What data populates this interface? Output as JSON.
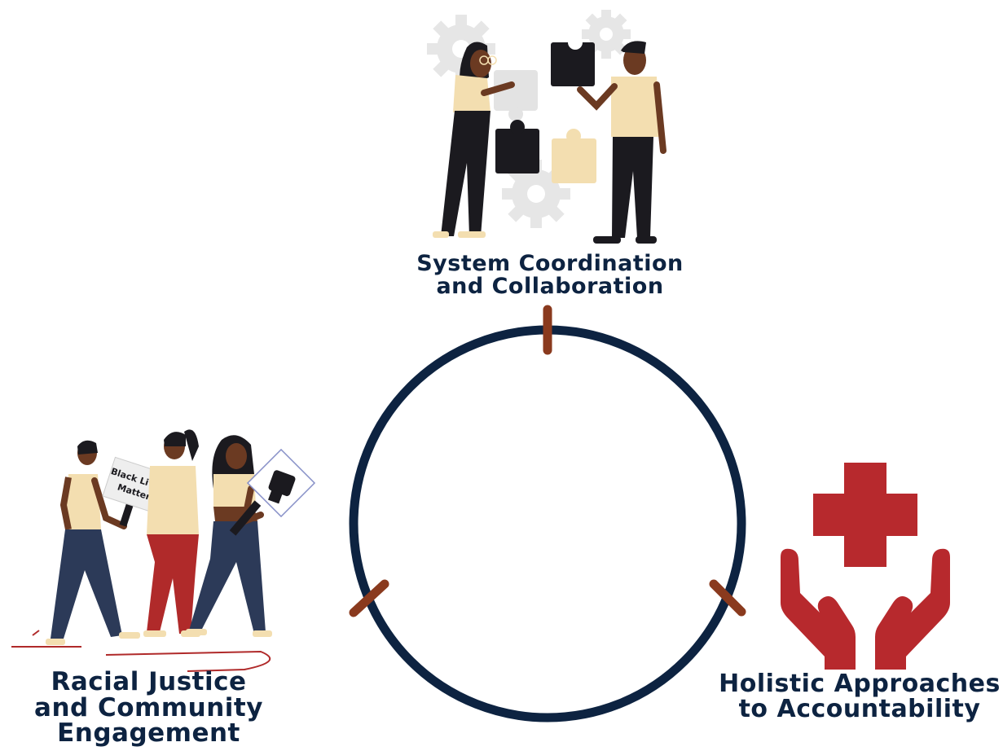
{
  "colors": {
    "ring": "#0d2341",
    "tick": "#8a3a1e",
    "text": "#0d2341",
    "cross_red": "#b7292d",
    "cream": "#f3deb0",
    "skin": "#6b3a22",
    "dark": "#1b1a1f",
    "gear": "#e6e6e6",
    "navy_pants": "#2c3a58",
    "red_pants": "#b02a2a"
  },
  "nodes": {
    "top": {
      "lines": [
        "System Coordination",
        "and Collaboration"
      ],
      "icon": "puzzle-collaboration-illustration"
    },
    "left": {
      "lines": [
        "Racial Justice",
        "and Community",
        "Engagement"
      ],
      "icon": "protest-march-illustration"
    },
    "right": {
      "lines": [
        "Holistic Approaches",
        "to Accountability"
      ],
      "icon": "hands-medical-cross-icon"
    }
  },
  "protest_sign": {
    "lines": [
      "Black Lives",
      "Matter"
    ]
  }
}
